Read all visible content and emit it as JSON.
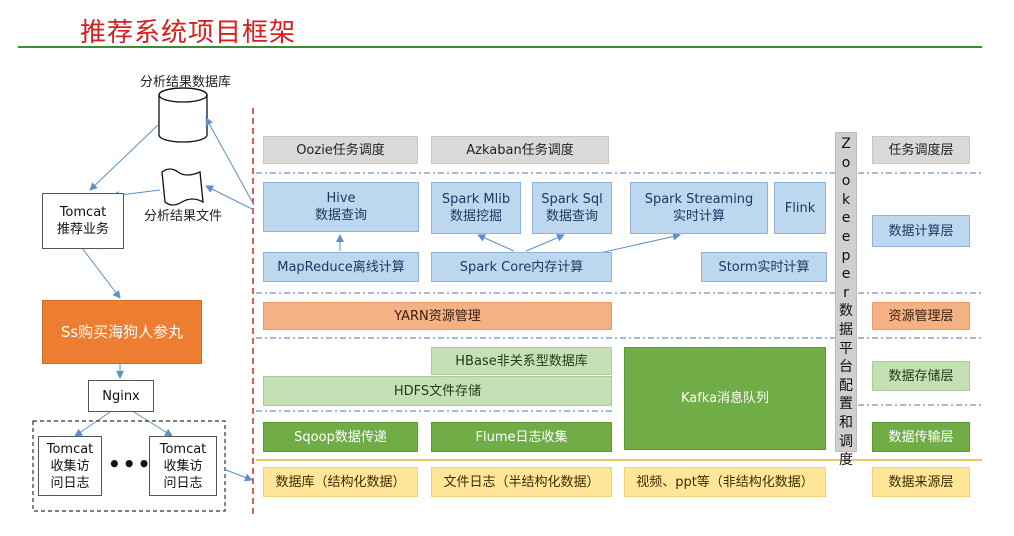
{
  "title": "推荐系统项目框架",
  "left": {
    "db_label": "分析结果数据库",
    "file_label": "分析结果文件",
    "tomcat_rec": "Tomcat\n推荐业务",
    "app": "Ss购买海狗人参丸",
    "nginx": "Nginx",
    "tomcat_log_1": "Tomcat\n收集访\n问日志",
    "dots": "•••",
    "tomcat_log_2": "Tomcat\n收集访\n问日志"
  },
  "layers": {
    "schedule": {
      "oozie": "Oozie任务调度",
      "azkaban": "Azkaban任务调度",
      "label": "任务调度层"
    },
    "compute": {
      "hive": "Hive\n数据查询",
      "mapreduce": "MapReduce离线计算",
      "spark_mlib": "Spark Mlib\n数据挖掘",
      "spark_sql": "Spark Sql\n数据查询",
      "spark_core": "Spark Core内存计算",
      "spark_streaming": "Spark Streaming\n实时计算",
      "flink": "Flink",
      "storm": "Storm实时计算",
      "label": "数据计算层"
    },
    "resource": {
      "yarn": "YARN资源管理",
      "label": "资源管理层"
    },
    "storage": {
      "hbase": "HBase非关系型数据库",
      "hdfs": "HDFS文件存储",
      "kafka": "Kafka消息队列",
      "label": "数据存储层"
    },
    "transport": {
      "sqoop": "Sqoop数据传递",
      "flume": "Flume日志收集",
      "label": "数据传输层"
    },
    "source": {
      "db": "数据库（结构化数据）",
      "log": "文件日志（半结构化数据）",
      "video": "视频、ppt等（非结构化数据）",
      "label": "数据来源层"
    }
  },
  "zookeeper": "Z\no\no\nk\ne\ne\np\ne\nr\n数\n据\n平\n台\n配\n置\n和\n调\n度"
}
